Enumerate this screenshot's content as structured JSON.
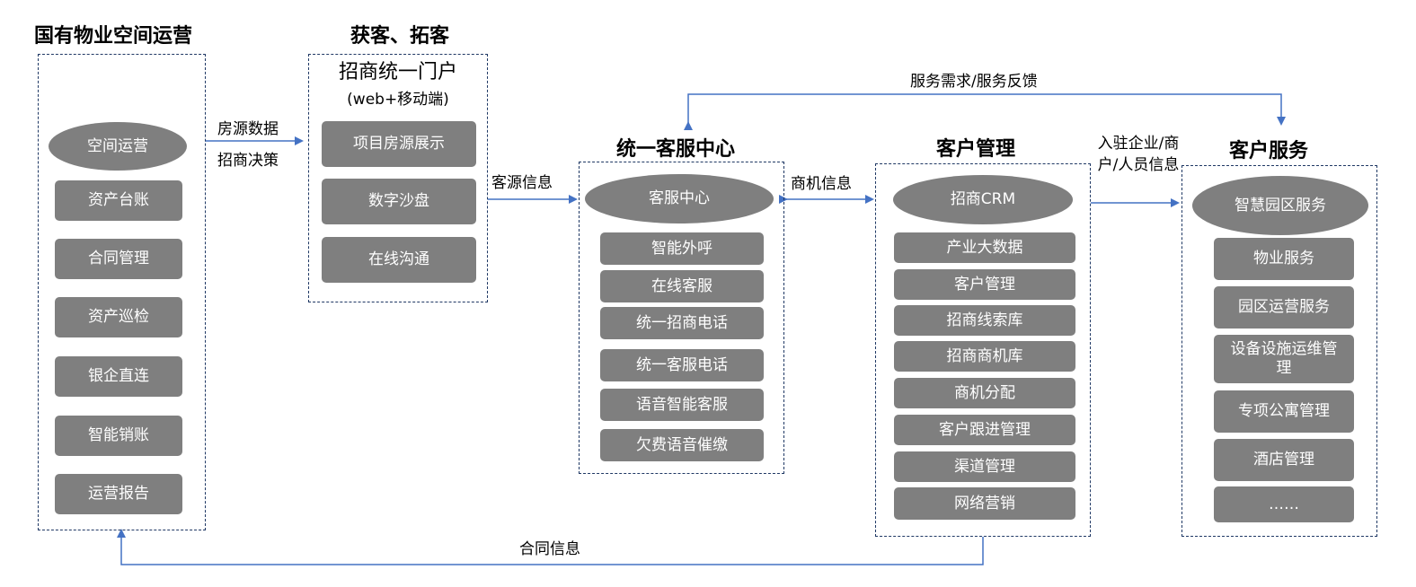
{
  "columns": {
    "space_ops": {
      "title": "国有物业空间运营",
      "head": "空间运营",
      "items": [
        "资产台账",
        "合同管理",
        "资产巡检",
        "银企直连",
        "智能销账",
        "运营报告"
      ]
    },
    "acquire": {
      "title": "获客、拓客",
      "portal_title": "招商统一门户",
      "portal_sub": "(web+移动端)",
      "items": [
        "项目房源展示",
        "数字沙盘",
        "在线沟通"
      ]
    },
    "service_center": {
      "title": "统一客服中心",
      "head": "客服中心",
      "items": [
        "智能外呼",
        "在线客服",
        "统一招商电话",
        "统一客服电话",
        "语音智能客服",
        "欠费语音催缴"
      ]
    },
    "customer_mgmt": {
      "title": "客户管理",
      "head": "招商CRM",
      "items": [
        "产业大数据",
        "客户管理",
        "招商线索库",
        "招商商机库",
        "商机分配",
        "客户跟进管理",
        "渠道管理",
        "网络营销"
      ]
    },
    "customer_service": {
      "title": "客户服务",
      "head": "智慧园区服务",
      "items": [
        "物业服务",
        "园区运营服务",
        "设备设施运维管理",
        "专项公寓管理",
        "酒店管理",
        "……"
      ]
    }
  },
  "flows": {
    "housing_data": "房源数据",
    "investment_decision": "招商决策",
    "customer_source": "客源信息",
    "opportunity": "商机信息",
    "tenants": "入驻企业/商户/人员信息",
    "service_feedback": "服务需求/服务反馈",
    "contract": "合同信息"
  },
  "colors": {
    "box": "#7f7f7f",
    "arrow": "#4472c4",
    "border": "#1f3864"
  }
}
